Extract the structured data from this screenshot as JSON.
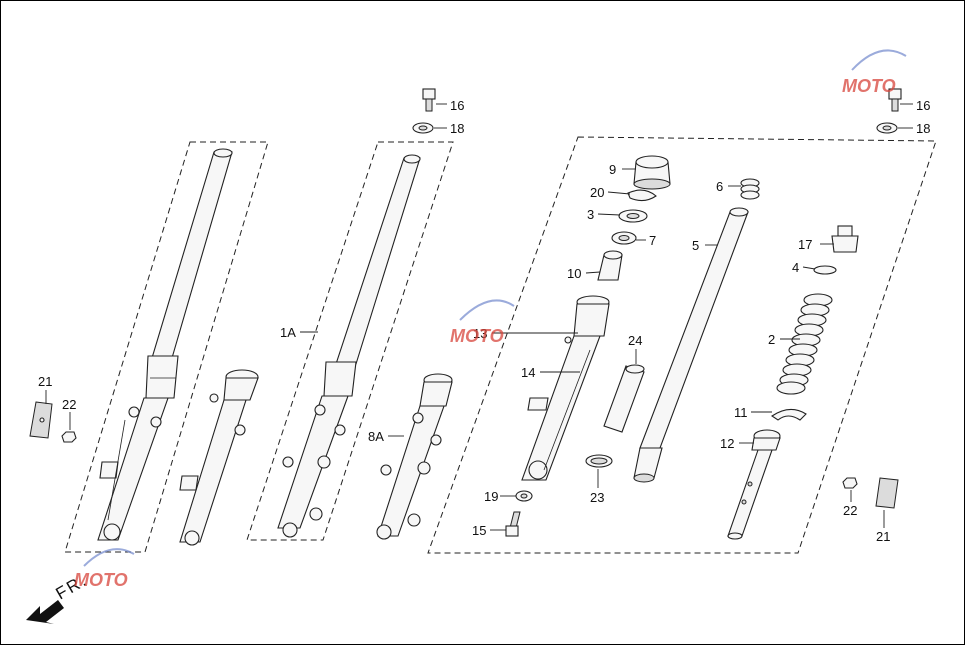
{
  "diagram": {
    "labels": {
      "l16a": "16",
      "l18a": "18",
      "l16b": "16",
      "l18b": "18",
      "l1A": "1A",
      "l8A": "8A",
      "l21a": "21",
      "l22a": "22",
      "l21b": "21",
      "l22b": "22",
      "l9": "9",
      "l20": "20",
      "l3": "3",
      "l7": "7",
      "l10": "10",
      "l13": "13",
      "l14": "14",
      "l24": "24",
      "l23": "23",
      "l19": "19",
      "l15": "15",
      "l6": "6",
      "l5": "5",
      "l17": "17",
      "l4": "4",
      "l2": "2",
      "l11": "11",
      "l12": "12"
    },
    "direction_label": "FR.",
    "watermark": "MOTO"
  }
}
